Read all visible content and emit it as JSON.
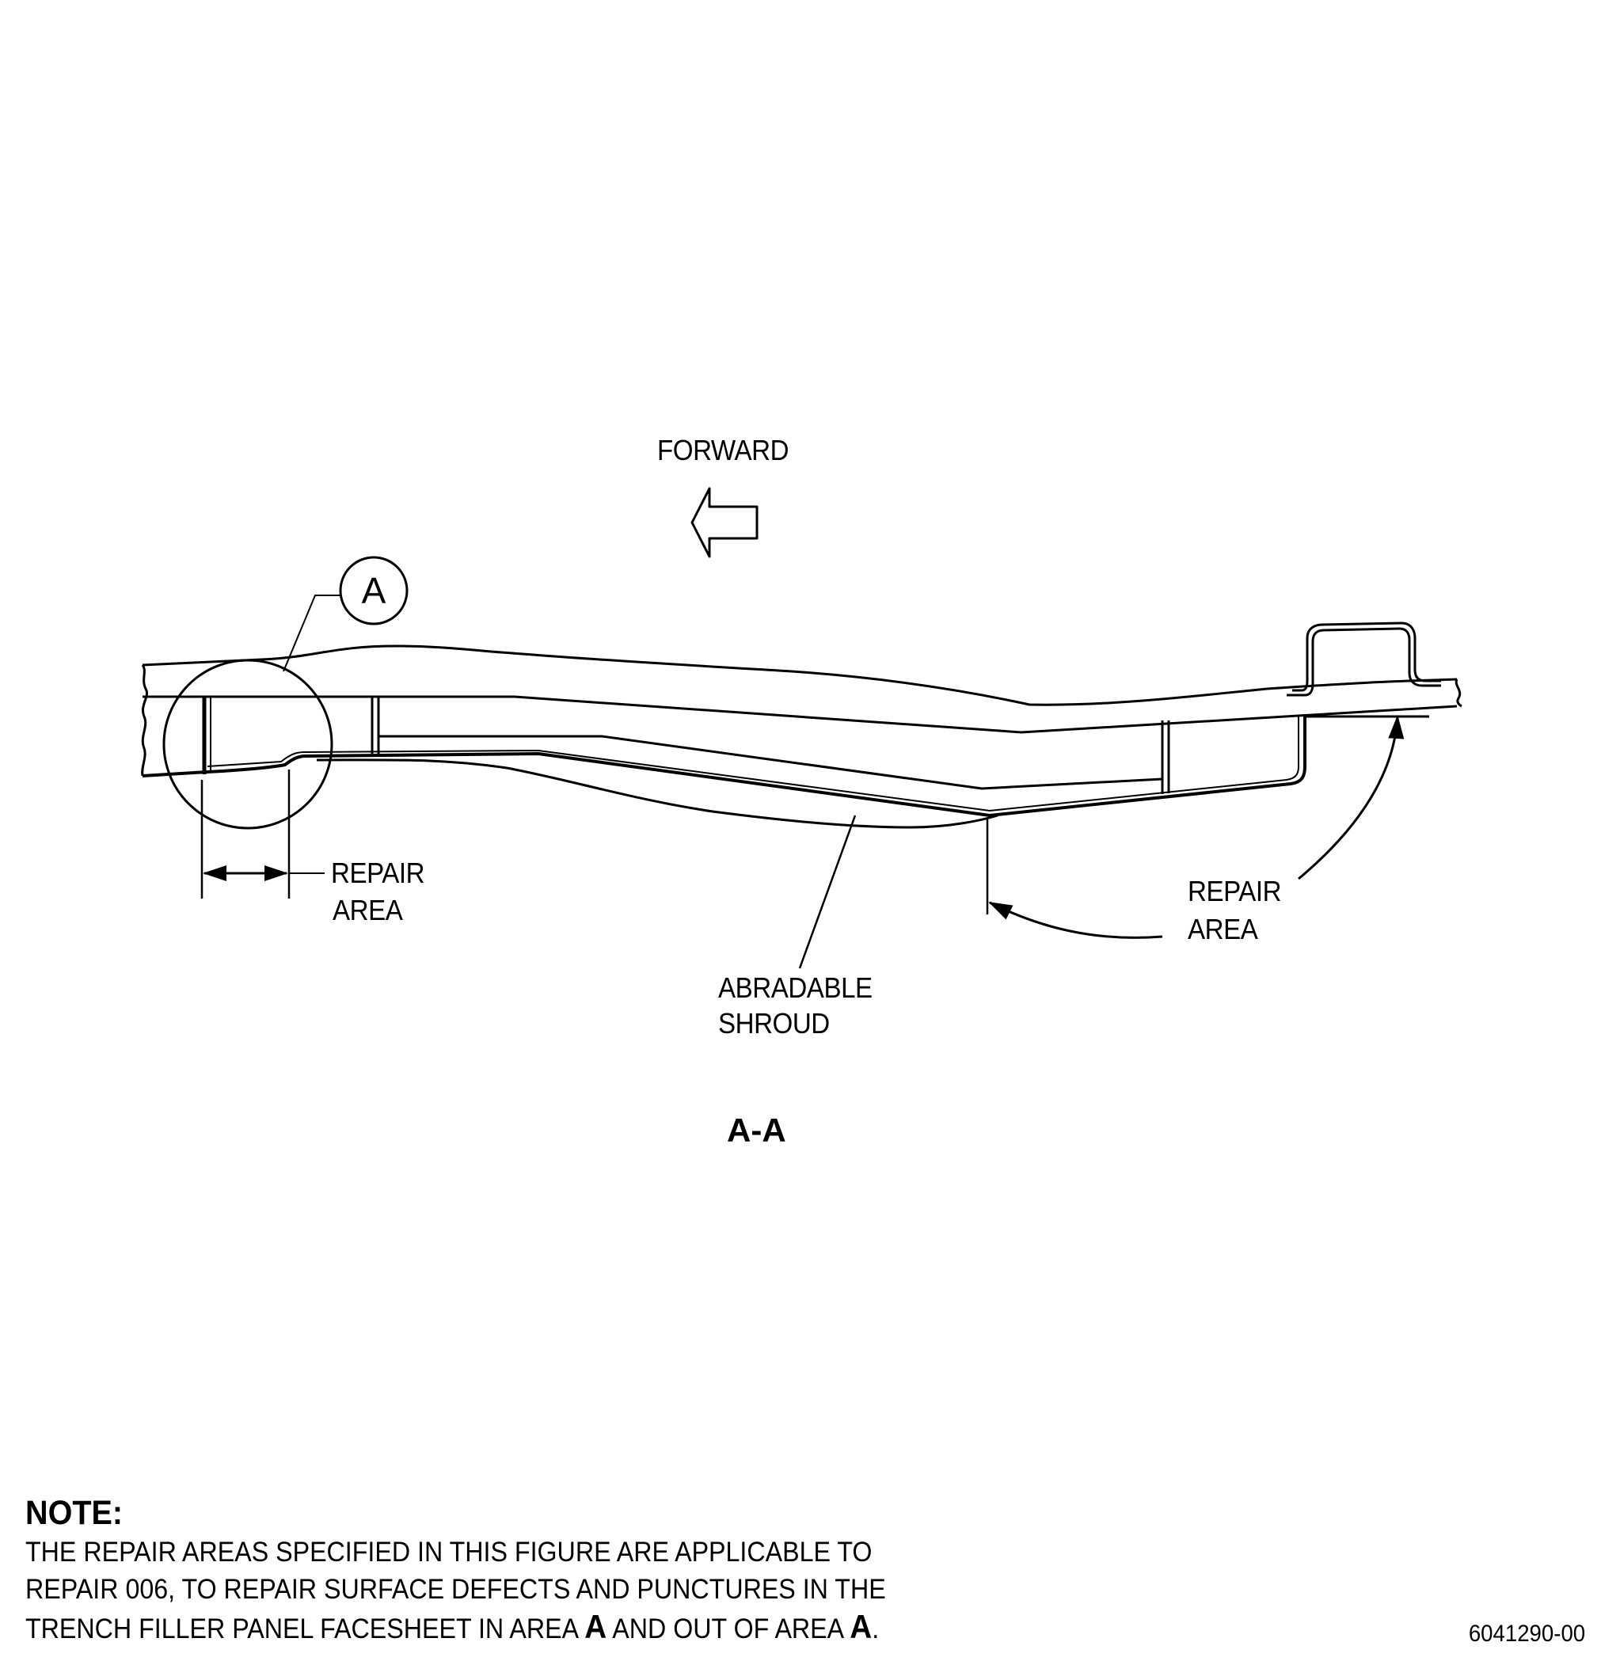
{
  "labels": {
    "forward": "FORWARD",
    "repair_area_left_line1": "REPAIR",
    "repair_area_left_line2": "AREA",
    "repair_area_right_line1": "REPAIR",
    "repair_area_right_line2": "AREA",
    "abradable_line1": "ABRADABLE",
    "abradable_line2": "SHROUD",
    "detail_callout": "A",
    "section": "A-A"
  },
  "note": {
    "heading": "NOTE:",
    "line1": "THE REPAIR AREAS SPECIFIED IN THIS FIGURE ARE APPLICABLE TO",
    "line2": "REPAIR 006, TO REPAIR SURFACE DEFECTS AND PUNCTURES IN THE",
    "line3_start": "TRENCH FILLER PANEL FACESHEET IN AREA ",
    "line3_area_a1": "A",
    "line3_middle": " AND OUT OF AREA ",
    "line3_area_a2": "A",
    "line3_end": "."
  },
  "figure_number": "6041290-00"
}
